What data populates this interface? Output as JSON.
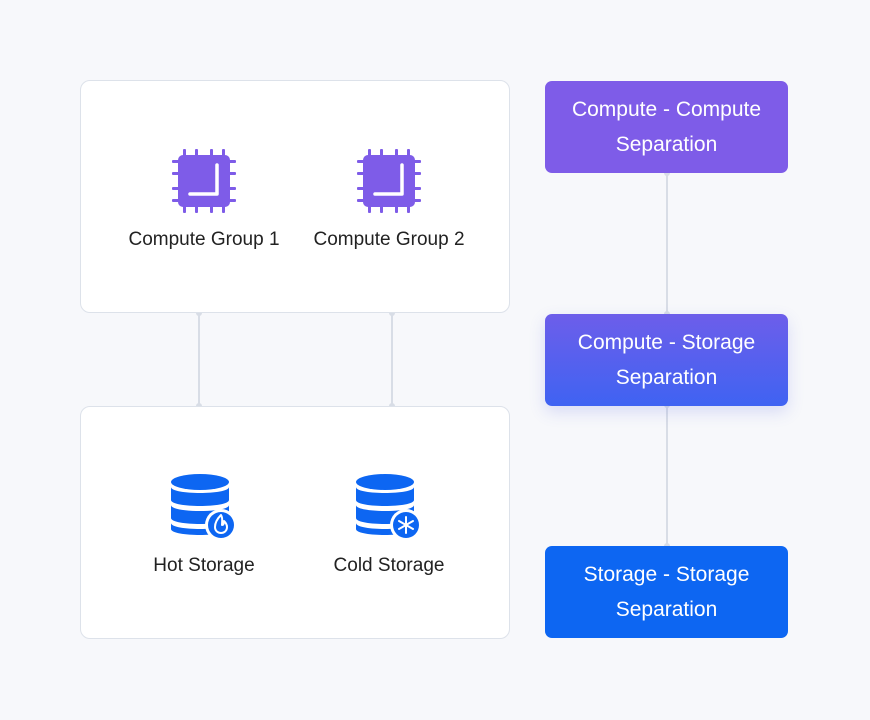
{
  "compute_panel": {
    "items": [
      {
        "label": "Compute Group 1",
        "icon": "cpu-chip-icon"
      },
      {
        "label": "Compute Group 2",
        "icon": "cpu-chip-icon"
      }
    ]
  },
  "storage_panel": {
    "items": [
      {
        "label": "Hot Storage",
        "icon": "database-fire-icon"
      },
      {
        "label": "Cold Storage",
        "icon": "database-snowflake-icon"
      }
    ]
  },
  "separation_steps": [
    {
      "line1": "Compute - Compute",
      "line2": "Separation"
    },
    {
      "line1": "Compute - Storage",
      "line2": "Separation"
    },
    {
      "line1": "Storage - Storage",
      "line2": "Separation"
    }
  ],
  "colors": {
    "compute_purple": "#7e5ce8",
    "mid_gradient_top": "#6d5eea",
    "mid_gradient_bottom": "#3f63f2",
    "storage_blue": "#0d66f2",
    "connector": "#d8dde6"
  }
}
